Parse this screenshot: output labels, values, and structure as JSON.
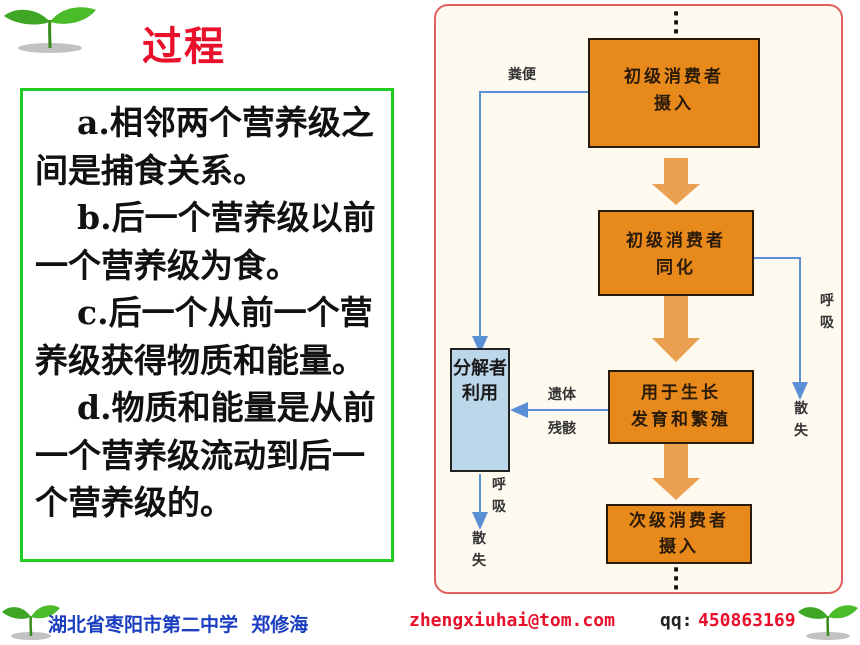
{
  "title": "过程",
  "points": [
    "a.相邻两个营养级之间是捕食关系。",
    "b.后一个营养级以前一个营养级为食。",
    "c.后一个从前一个营养级获得物质和能量。",
    "d.物质和能量是从前一个营养级流动到后一个营养级的。"
  ],
  "diagram": {
    "box_ingest_1": "初级消费者",
    "box_ingest_2": "摄入",
    "box_assim_1": "初级消费者",
    "box_assim_2": "同化",
    "box_growth_1": "用于生长",
    "box_growth_2": "发育和繁殖",
    "box_next_1": "次级消费者",
    "box_next_2": "摄入",
    "decomposer": "分解者利用",
    "feces": "粪便",
    "remains_1": "遗体",
    "remains_2": "残骸",
    "resp_right": "呼吸",
    "dissip_right": "散失",
    "resp_left": "呼吸",
    "dissip_left": "散失"
  },
  "footer": {
    "school": "湖北省枣阳市第二中学  郑修海",
    "email": "zhengxiuhai@tom.com",
    "qq_label": "qq:",
    "qq": "450863169"
  },
  "colors": {
    "title": "#e8102a",
    "textbox_border": "#22cc22",
    "box_fill": "#e8891c",
    "arrow_fill": "#e9a050",
    "decomposer_fill": "#bcd6ea",
    "blue_line": "#5b8fd6",
    "footer_blue": "#1b3ec0",
    "footer_red": "#e8102a"
  }
}
